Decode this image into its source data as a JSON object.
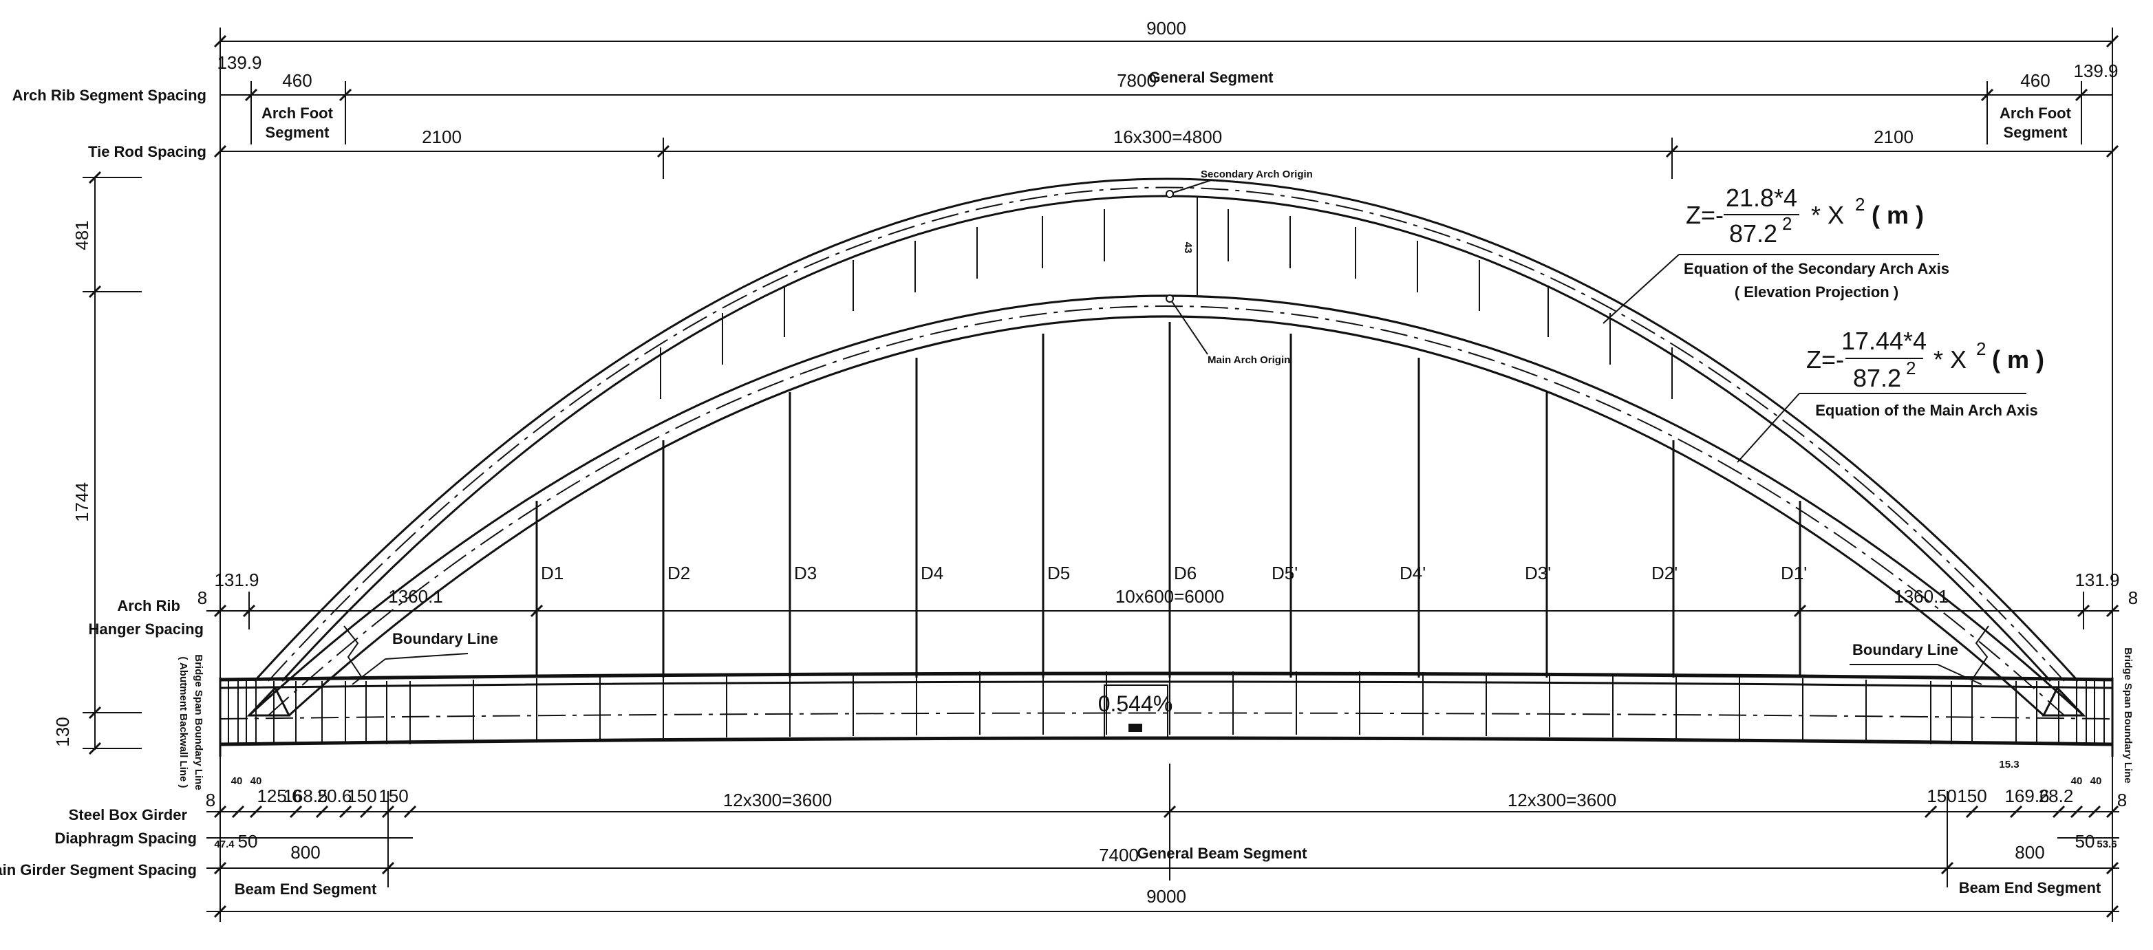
{
  "row_labels": {
    "arch_rib_segment": "Arch Rib Segment Spacing",
    "tie_rod": "Tie Rod Spacing",
    "arch_rib_hanger_1": "Arch Rib",
    "arch_rib_hanger_2": "Hanger Spacing",
    "steel_box_1": "Steel Box Girder",
    "steel_box_2": "Diaphragm Spacing",
    "main_girder_segment": "Main Girder Segment Spacing"
  },
  "top_dims": {
    "total": "9000",
    "left_edge": "139.9",
    "right_edge": "139.9",
    "arch_foot_len": "460",
    "arch_foot_label_1": "Arch Foot",
    "arch_foot_label_2": "Segment",
    "general": "7800",
    "general_label": "General Segment"
  },
  "tie_dims": {
    "left": "2100",
    "middle": "16x300=4800",
    "right": "2100"
  },
  "vertical_dims": {
    "top": "481",
    "mid": "1744",
    "bottom": "130"
  },
  "arch": {
    "secondary_origin": "Secondary Arch Origin",
    "main_origin": "Main Arch Origin",
    "rise_mark": "43"
  },
  "equations": {
    "secondary": {
      "lhs": "Z=-",
      "numerator": "21.8*4",
      "denominator": "87.2",
      "exp": "2",
      "rest": "* X",
      "rest_exp": "2",
      "unit": "( m )",
      "title": "Equation of the Secondary Arch Axis",
      "subtitle": "( Elevation Projection )"
    },
    "main": {
      "lhs": "Z=-",
      "numerator": "17.44*4",
      "denominator": "87.2",
      "exp": "2",
      "rest": "* X",
      "rest_exp": "2",
      "unit": "( m )",
      "title": "Equation of the Main Arch Axis"
    }
  },
  "hangers": [
    "D1",
    "D2",
    "D3",
    "D4",
    "D5",
    "D6",
    "D5'",
    "D4'",
    "D3'",
    "D2'",
    "D1'"
  ],
  "hanger_dims": {
    "left_8": "8",
    "right_8": "8",
    "left_131": "131.9",
    "right_131": "131.9",
    "left_1360": "1360.1",
    "right_1360": "1360.1",
    "middle": "10x600=6000"
  },
  "boundary": {
    "left": "Boundary Line",
    "right": "Boundary Line",
    "side_left_1": "Bridge Span Boundary Line",
    "side_left_2": "( Abutment Backwall Line )",
    "side_right": "Bridge Span Boundary Line"
  },
  "girder": {
    "slope": "0.544%"
  },
  "diaphragm_dims": {
    "left_small": [
      "8",
      "40",
      "40",
      "125.6",
      "168.5",
      "20.6",
      "150",
      "150"
    ],
    "left_mid": "12x300=3600",
    "right_mid": "12x300=3600",
    "right_small": [
      "150",
      "150",
      "169.6",
      "28.2",
      "40",
      "40",
      "8"
    ],
    "right_extra": "15.3",
    "bottom_left": [
      "47.4",
      "50"
    ],
    "bottom_right": [
      "50",
      "53.6"
    ]
  },
  "segment_dims": {
    "left": "800",
    "middle": "7400",
    "middle_label": "General Beam Segment",
    "right": "800",
    "left_label": "Beam End Segment",
    "right_label": "Beam End Segment",
    "total": "9000"
  }
}
